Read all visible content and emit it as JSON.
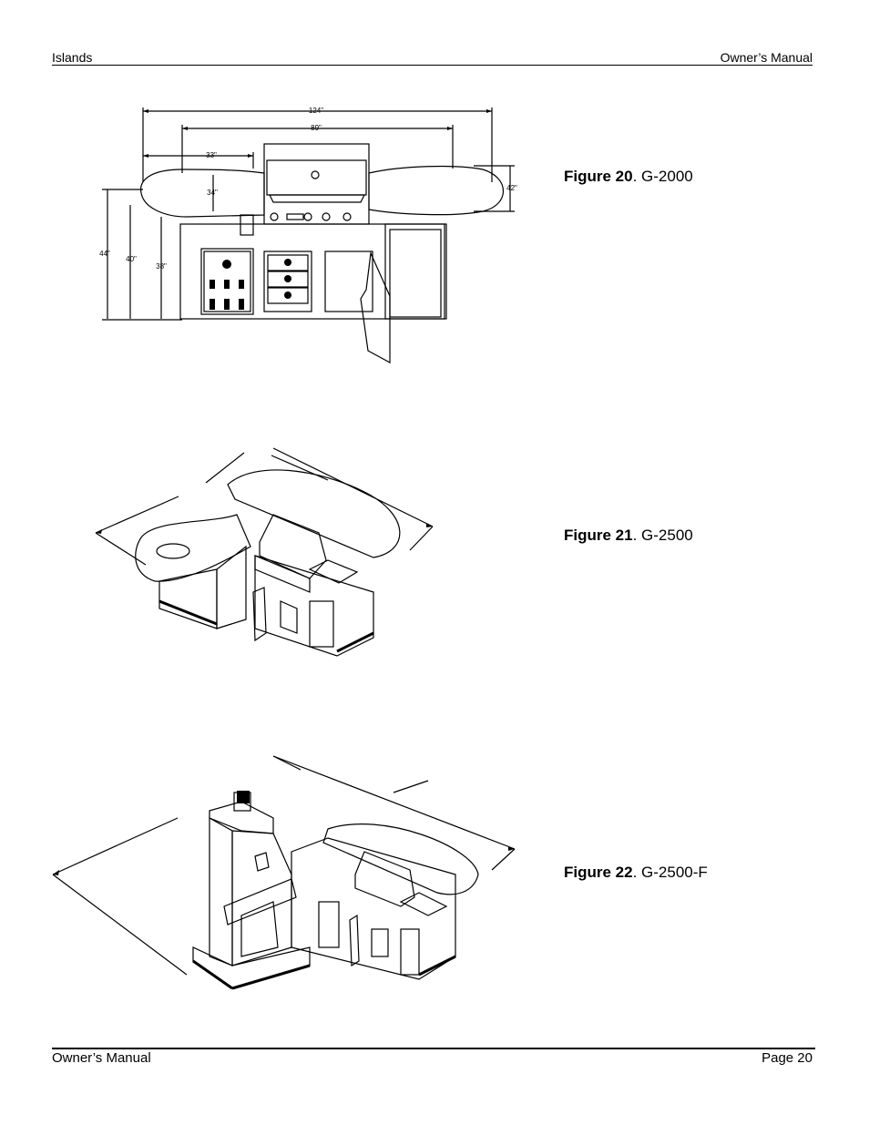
{
  "header": {
    "section": "Islands",
    "doc": "Owner’s Manual"
  },
  "footer": {
    "doc": "Owner’s Manual",
    "page": "Page 20"
  },
  "figures": [
    {
      "label": "Figure 20",
      "model": ". G-2000",
      "dims": {
        "total_width": "124\"",
        "grill_width": "89\"",
        "bar_left": "33\"",
        "bar_depth_left": "34\"",
        "bar_depth_right": "42\"",
        "height_44": "44\"",
        "height_40": "40\"",
        "height_38": "38\""
      }
    },
    {
      "label": "Figure 21",
      "model": ". G-2500"
    },
    {
      "label": "Figure 22",
      "model": ". G-2500-F"
    }
  ]
}
